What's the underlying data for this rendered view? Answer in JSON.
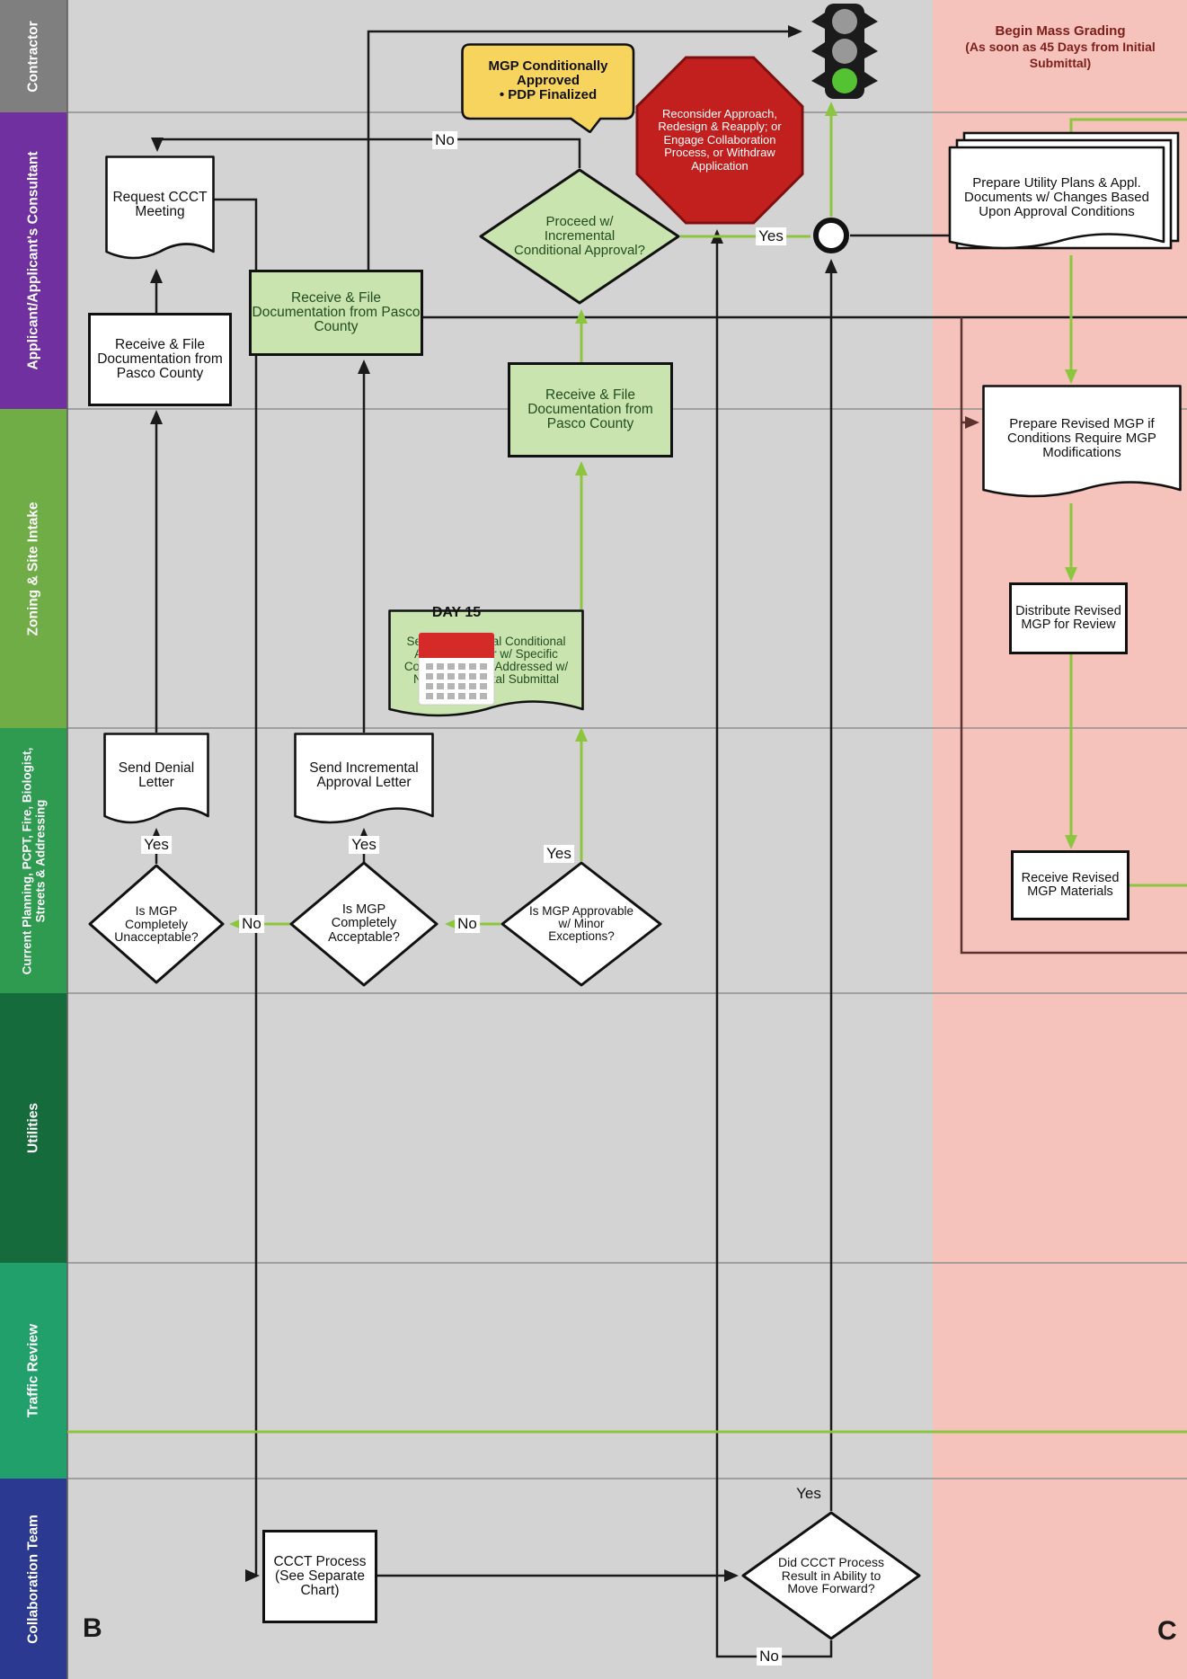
{
  "page": {
    "corner_b": "B",
    "corner_c": "C"
  },
  "colors": {
    "main_bg": "#D3D3D3",
    "pink_bg": "#F5C2BC",
    "flow_green": "#8CC63E",
    "flow_black": "#1A1A1A",
    "loop_maroon": "#5B322E",
    "node_green": "#C9E4AE",
    "octagon_red": "#C2201F",
    "callout_yellow": "#F7D45E",
    "banner_text": "#7E1F1C",
    "lane_divider": "#909090",
    "traffic_green": "#54C232",
    "calendar_red": "#D42B28"
  },
  "lanes": [
    {
      "label": "Contractor",
      "color": "#7F7F7F"
    },
    {
      "label": "Applicant/Applicant's Consultant",
      "color": "#7030A0"
    },
    {
      "label": "Zoning & Site Intake",
      "color": "#70AD47"
    },
    {
      "label": "Current Planning, PCPT, Fire, Biologist, Streets & Addressing",
      "color": "#2E9B50"
    },
    {
      "label": "Utilities",
      "color": "#156B3B"
    },
    {
      "label": "Traffic Review",
      "color": "#21A06C"
    },
    {
      "label": "Collaboration Team",
      "color": "#2B3990"
    }
  ],
  "banner": {
    "title": "Begin Mass Grading",
    "subtitle": "(As soon as 45 Days from Initial Submittal)"
  },
  "icons": {
    "traffic_light": "traffic-light-green-icon",
    "calendar": "calendar-icon",
    "junction": "connector-junction-circle"
  },
  "calendar_label": "DAY 15",
  "nodes": {
    "request_ccct": "Request CCCT Meeting",
    "receive_file_left": "Receive & File Documentation from Pasco County",
    "receive_file_mid": "Receive & File Documentation from Pasco County",
    "receive_file_right": "Receive & File Documentation from Pasco County",
    "proceed": "Proceed w/ Incremental Conditional Approval?",
    "callout_line1": "MGP Conditionally Approved",
    "callout_line2": "• PDP Finalized",
    "octagon": "Reconsider Approach, Redesign & Reapply; or Engage Collaboration Process, or Withdraw Application",
    "prepare_utility": "Prepare Utility Plans & Appl. Documents w/ Changes Based Upon Approval Conditions",
    "prepare_revised": "Prepare Revised MGP if Conditions Require MGP Modifications",
    "distribute_revised": "Distribute Revised MGP for Review",
    "receive_revised": "Receive Revised MGP Materials",
    "send_denial": "Send Denial Letter",
    "send_incremental": "Send Incremental Approval Letter",
    "send_conditional": "Send Incremental Conditional Approval Letter w/ Specific Conditions to be Addressed w/ Next Incremental Submittal",
    "is_unacceptable": "Is MGP Completely Unacceptable?",
    "is_acceptable": "Is MGP Completely Acceptable?",
    "is_minor": "Is MGP Approvable w/ Minor Exceptions?",
    "ccct_process": "CCCT Process (See Separate Chart)",
    "did_ccct": "Did CCCT Process Result in Ability to Move Forward?"
  },
  "edge_labels": {
    "no_to_ccct": "No",
    "yes_to_junction": "Yes",
    "yes_denial": "Yes",
    "yes_incremental": "Yes",
    "yes_conditional": "Yes",
    "no_acceptable": "No",
    "no_minor": "No",
    "yes_ccct": "Yes",
    "no_ccct": "No"
  }
}
